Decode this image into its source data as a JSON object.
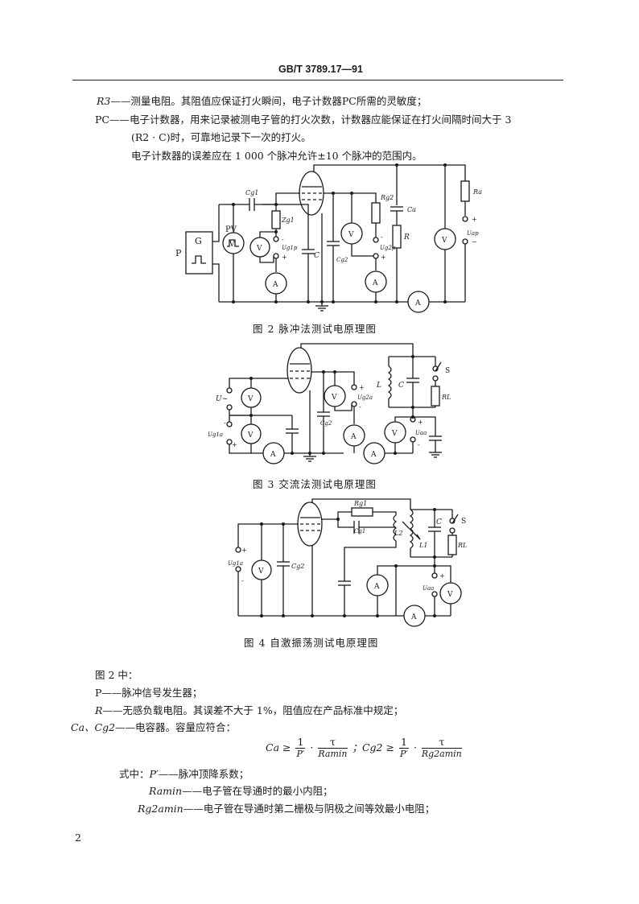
{
  "header": {
    "standard": "GB/T 3789.17—91"
  },
  "defs_top": [
    {
      "sym": "R3——",
      "text": "测量电阻。其阻值应保证打火瞬间，电子计数器PC所需的灵敏度；"
    },
    {
      "sym": "PC——",
      "text": "电子计数器，用来记录被测电子管的打火次数，计数器应能保证在打火间隔时间大于 3"
    },
    {
      "sym": "",
      "text": "(R2 · C)时，可靠地记录下一次的打火。"
    },
    {
      "sym": "",
      "text": "电子计数器的误差应在 1 000 个脉冲允许±10 个脉冲的范围内。"
    }
  ],
  "figures": [
    {
      "caption": "图 2   脉冲法测试电原理图",
      "labels": {
        "p": "P",
        "g": "G",
        "pv": "PV",
        "v": "V",
        "a": "A",
        "cg1": "Cg1",
        "zg1": "Zg1",
        "ug1p": "Ug1p",
        "c": "C",
        "cg2": "Cg2",
        "rg2": "Rg2",
        "ca": "Ca",
        "ug2p": "Ug2p",
        "r": "R",
        "ra": "Ra",
        "uap": "Uap",
        "plus": "+",
        "minus": "-",
        "tilde": "~"
      }
    },
    {
      "caption": "图 3   交流法测试电原理图",
      "labels": {
        "u": "U~",
        "ug1a": "Ug1a",
        "v": "V",
        "a": "A",
        "cg2": "Cg2",
        "ug2a": "Ug2a",
        "l": "L",
        "c": "C",
        "s": "S",
        "rl": "RL",
        "uaa": "Uaa",
        "plus": "+",
        "minus": "-"
      }
    },
    {
      "caption": "图 4   自激振荡测试电原理图",
      "labels": {
        "ug1a": "Ug1a",
        "cg2": "Cg2",
        "rg1": "Rg1",
        "cg1": "Cg1",
        "l2": "L2",
        "l1": "L1",
        "c": "C",
        "s": "S",
        "rl": "RL",
        "uaa": "Uaa",
        "v": "V",
        "a": "A",
        "plus": "+",
        "minus": "-"
      }
    }
  ],
  "section": {
    "intro": "图 2 中：",
    "items": [
      {
        "sym": "P",
        "text": "——脉冲信号发生器；"
      },
      {
        "sym": "R",
        "text": "——无感负载电阻。其误差不大于 1%，阻值应在产品标准中规定；"
      },
      {
        "sym": "Ca、Cg2",
        "text": "——电容器。容量应符合："
      }
    ],
    "formula": {
      "lhs1": "Ca ≥",
      "num": "1",
      "den1": "P′",
      "dot": "·",
      "tau": "τ",
      "rden1": "Ramin",
      "sep": "；Cg2 ≥",
      "rden2": "Rg2amin"
    },
    "where_intro": "式中：",
    "where": [
      {
        "sym": "P′",
        "text": "——脉冲顶降系数；"
      },
      {
        "sym": "Ramin",
        "text": "——电子管在导通时的最小内阻；"
      },
      {
        "sym": "Rg2amin",
        "text": "——电子管在导通时第二栅极与阴极之间等效最小电阻；"
      }
    ]
  },
  "footer": {
    "page": "2"
  }
}
